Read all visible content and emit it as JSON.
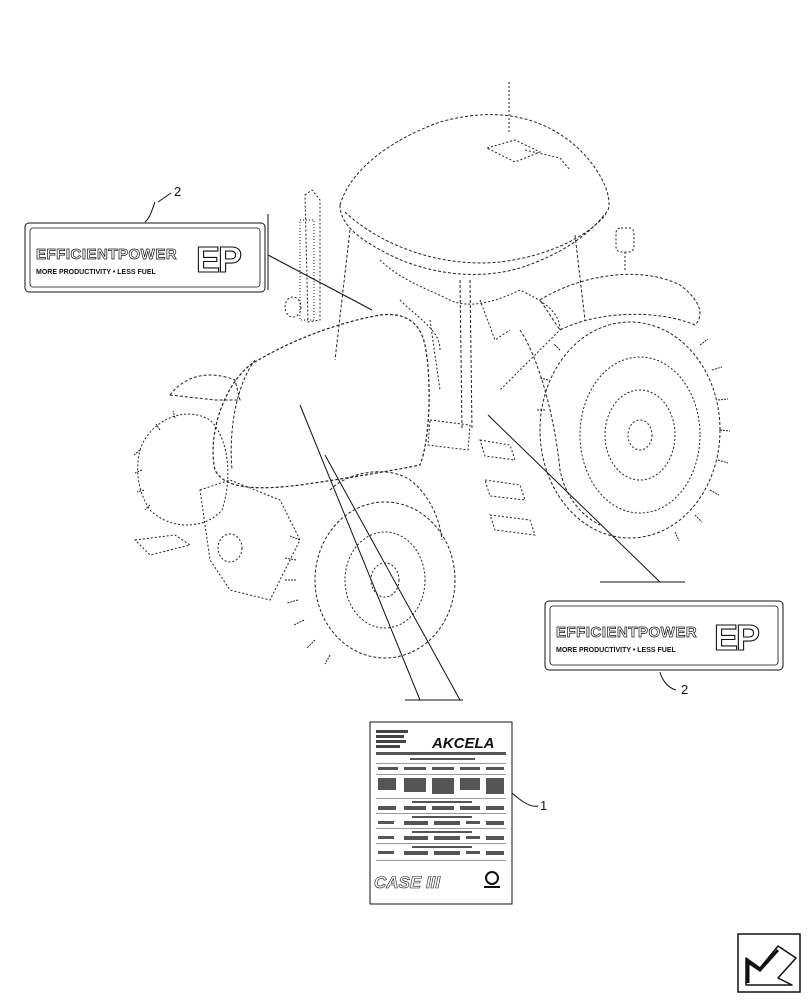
{
  "callouts": {
    "decal_top_left": "2",
    "decal_right": "2",
    "label_sheet": "1"
  },
  "decal": {
    "title": "EFFICIENTPOWER",
    "subtitle": "MORE PRODUCTIVITY • LESS FUEL",
    "mark": "EP"
  },
  "label_sheet": {
    "brand_top": "AKCELA",
    "brand_bottom": "CASE III"
  },
  "icons": {
    "corner": "arrow-icon"
  }
}
